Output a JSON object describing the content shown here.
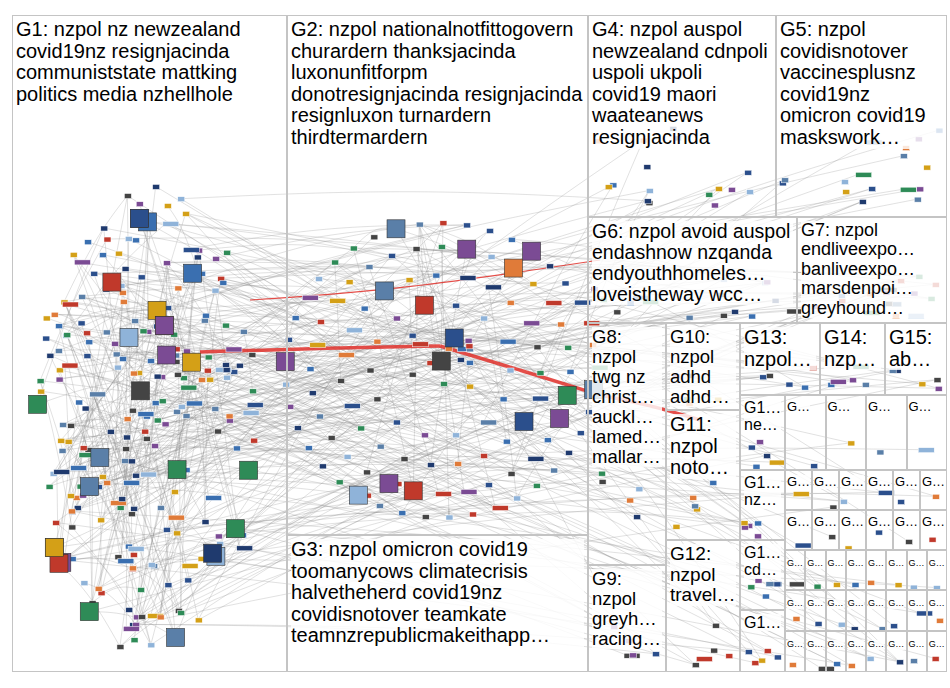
{
  "diagram": {
    "nodes": [
      {
        "text": [
          "G1: nzpol nz newzealand covid19nz resignjacinda communiststate mattking politics media nzhellhole"
        ]
      },
      {
        "text": [
          "G2: nzpol nationalnotfittogovern churardern thanksjacinda luxonunfitforpm donotresignjacinda resignjacinda resignluxon turnardern thirdtermardern"
        ]
      },
      {
        "text": [
          "G3: nzpol omicron covid19 toomanycows climatecrisis halvetheherd covid19nz covidisnotover teamkate teamnzrepublicmakeithapp…"
        ]
      },
      {
        "text": [
          "G4: nzpol auspol newzealand cdnpoli uspoli ukpoli covid19 maori waateanews resignjacinda"
        ]
      },
      {
        "text": [
          "G5: nzpol covidisnotover vaccinesplusnz covid19nz omicron covid19 maskswork…"
        ]
      },
      {
        "text": [
          "G6: nzpol avoid auspol endashnow nzqanda endyouthhomeles… loveistheway wcc…"
        ]
      },
      {
        "text": [
          "G7: nzpol endliveexpo… banliveexpo… marsdenpoi… greyhound…"
        ]
      },
      {
        "text": [
          "G8: nzpol twg nz christ… auckl… lamed… mallar…"
        ]
      },
      {
        "text": [
          "G9: nzpol greyh… racing…"
        ]
      },
      {
        "text": [
          "G10: nzpol adhd adhd…"
        ]
      },
      {
        "text": [
          "G11: nzpol noto…"
        ]
      },
      {
        "text": [
          "G12: nzpol travel…"
        ]
      },
      {
        "text": [
          "G13: nzpol…"
        ]
      },
      {
        "text": [
          "G14: nzp…"
        ]
      },
      {
        "text": [
          "G15: ab…"
        ]
      },
      {
        "text": [
          "G1… ne…"
        ]
      },
      {
        "text": [
          "G1… nz…"
        ]
      },
      {
        "text": [
          "G1… cd…"
        ]
      },
      {
        "text": [
          "G1…"
        ]
      },
      {
        "text": [
          "G…"
        ]
      },
      {
        "text": [
          "G…"
        ]
      },
      {
        "text": [
          "G…"
        ]
      },
      {
        "text": [
          "G…"
        ]
      },
      {
        "text": [
          "G…"
        ]
      },
      {
        "text": [
          "G…"
        ]
      },
      {
        "text": [
          "G…"
        ]
      },
      {
        "text": [
          "G…"
        ]
      },
      {
        "text": [
          "G…"
        ]
      },
      {
        "text": [
          "G…"
        ]
      },
      {
        "text": [
          "G…"
        ]
      },
      {
        "text": [
          "G…"
        ]
      },
      {
        "text": [
          "G…"
        ]
      },
      {
        "text": [
          "G…"
        ]
      },
      {
        "text": [
          "G…"
        ]
      },
      {
        "text": [
          "G…"
        ]
      },
      {
        "text": [
          "G…"
        ]
      },
      {
        "text": [
          "G…"
        ]
      },
      {
        "text": [
          "G…"
        ]
      },
      {
        "text": [
          "G…"
        ]
      },
      {
        "text": [
          "G…"
        ]
      },
      {
        "text": [
          "G…"
        ]
      },
      {
        "text": [
          "G…"
        ]
      },
      {
        "text": [
          "G…"
        ]
      },
      {
        "text": [
          "G…"
        ]
      },
      {
        "text": [
          "G…"
        ]
      },
      {
        "text": [
          "G…"
        ]
      },
      {
        "text": [
          "G…"
        ]
      },
      {
        "text": [
          "G…"
        ]
      },
      {
        "text": [
          "G…"
        ]
      },
      {
        "text": [
          "G…"
        ]
      },
      {
        "text": [
          "G…"
        ]
      },
      {
        "text": [
          "G…"
        ]
      },
      {
        "text": [
          "G…"
        ]
      },
      {
        "text": [
          "G…"
        ]
      },
      {
        "text": [
          "G…"
        ]
      },
      {
        "text": [
          "G…"
        ]
      },
      {
        "text": [
          "G…"
        ]
      },
      {
        "text": [
          "G…"
        ]
      },
      {
        "text": [
          "G…"
        ]
      }
    ]
  }
}
